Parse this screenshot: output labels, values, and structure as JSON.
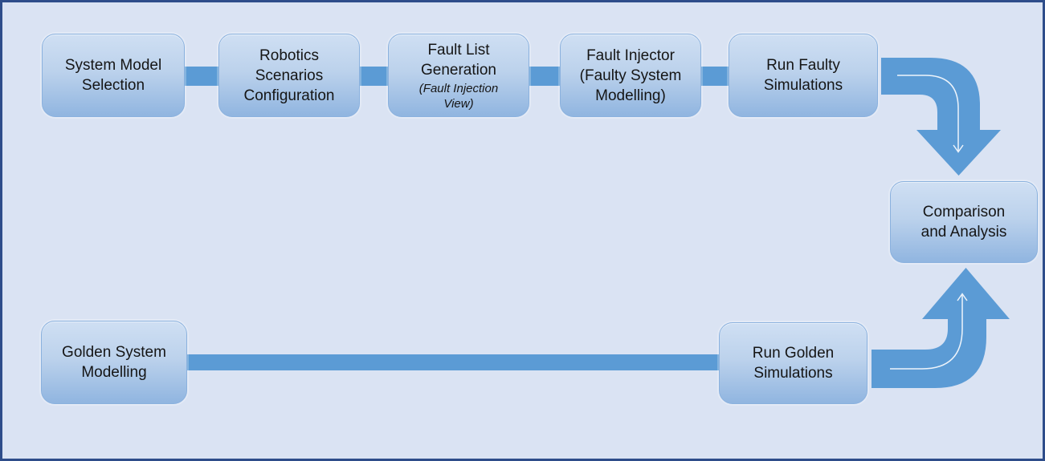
{
  "diagram": {
    "type": "process-flow",
    "nodes": [
      {
        "id": "system-model-selection",
        "label": "System Model\nSelection"
      },
      {
        "id": "robotics-scenarios-configuration",
        "label": "Robotics\nScenarios\nConfiguration"
      },
      {
        "id": "fault-list-generation",
        "label": "Fault List\nGeneration",
        "sublabel": "(Fault Injection\nView)"
      },
      {
        "id": "fault-injector",
        "label": "Fault Injector\n(Faulty System\nModelling)"
      },
      {
        "id": "run-faulty-simulations",
        "label": "Run Faulty\nSimulations"
      },
      {
        "id": "comparison-and-analysis",
        "label": "Comparison\nand Analysis"
      },
      {
        "id": "golden-system-modelling",
        "label": "Golden System\nModelling"
      },
      {
        "id": "run-golden-simulations",
        "label": "Run Golden\nSimulations"
      }
    ],
    "connections": [
      {
        "from": "system-model-selection",
        "to": "robotics-scenarios-configuration"
      },
      {
        "from": "robotics-scenarios-configuration",
        "to": "fault-list-generation"
      },
      {
        "from": "fault-list-generation",
        "to": "fault-injector"
      },
      {
        "from": "fault-injector",
        "to": "run-faulty-simulations"
      },
      {
        "from": "run-faulty-simulations",
        "to": "comparison-and-analysis"
      },
      {
        "from": "golden-system-modelling",
        "to": "run-golden-simulations"
      },
      {
        "from": "run-golden-simulations",
        "to": "comparison-and-analysis"
      }
    ],
    "colors": {
      "background": "#dae3f3",
      "frame": "#2e4d8a",
      "arrow": "#5b9bd5",
      "box_border": "#8ab1de",
      "box_fill_top": "#cfdff3",
      "box_fill_bottom": "#90b5e0",
      "inner_arrow_line": "#eef4fb",
      "text": "#151515"
    }
  }
}
